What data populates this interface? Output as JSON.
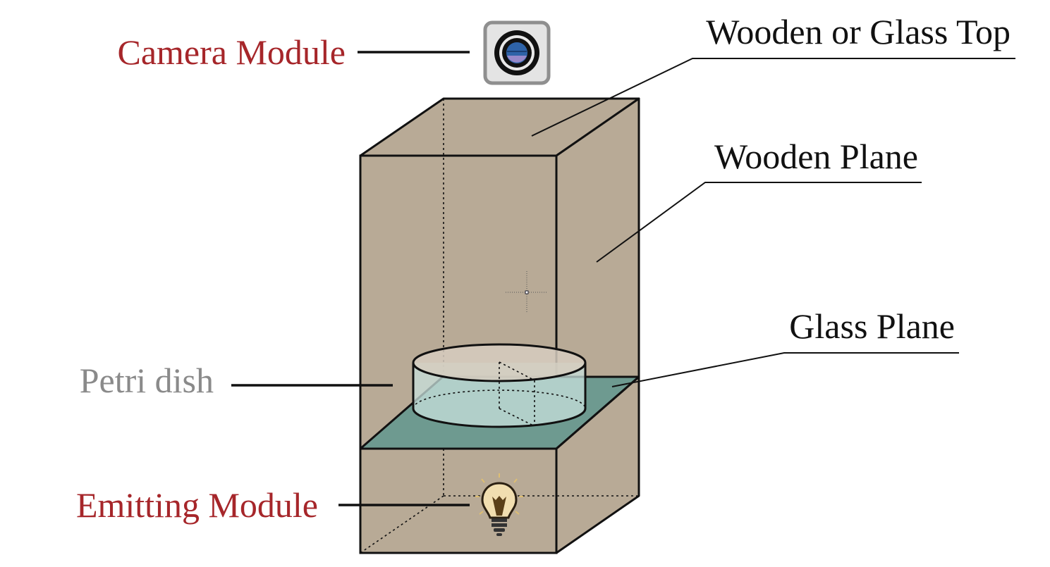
{
  "labels": {
    "camera_module": "Camera Module",
    "wooden_or_glass_top": "Wooden or Glass Top",
    "wooden_plane": "Wooden Plane",
    "glass_plane": "Glass Plane",
    "petri_dish": "Petri dish",
    "emitting_module": "Emitting Module"
  },
  "colors": {
    "box_fill": "#b8aa96",
    "glass_plane": "#6e9a90",
    "petri_fill": "#c8e0dc",
    "highlight_label": "#a6262a",
    "muted_label": "#8a8a8a",
    "text": "#111111",
    "camera_lens": "#2e63a8",
    "bulb_glow": "#e8c46a"
  },
  "icons": [
    "camera-icon",
    "light-bulb-icon",
    "crosshair-icon"
  ]
}
